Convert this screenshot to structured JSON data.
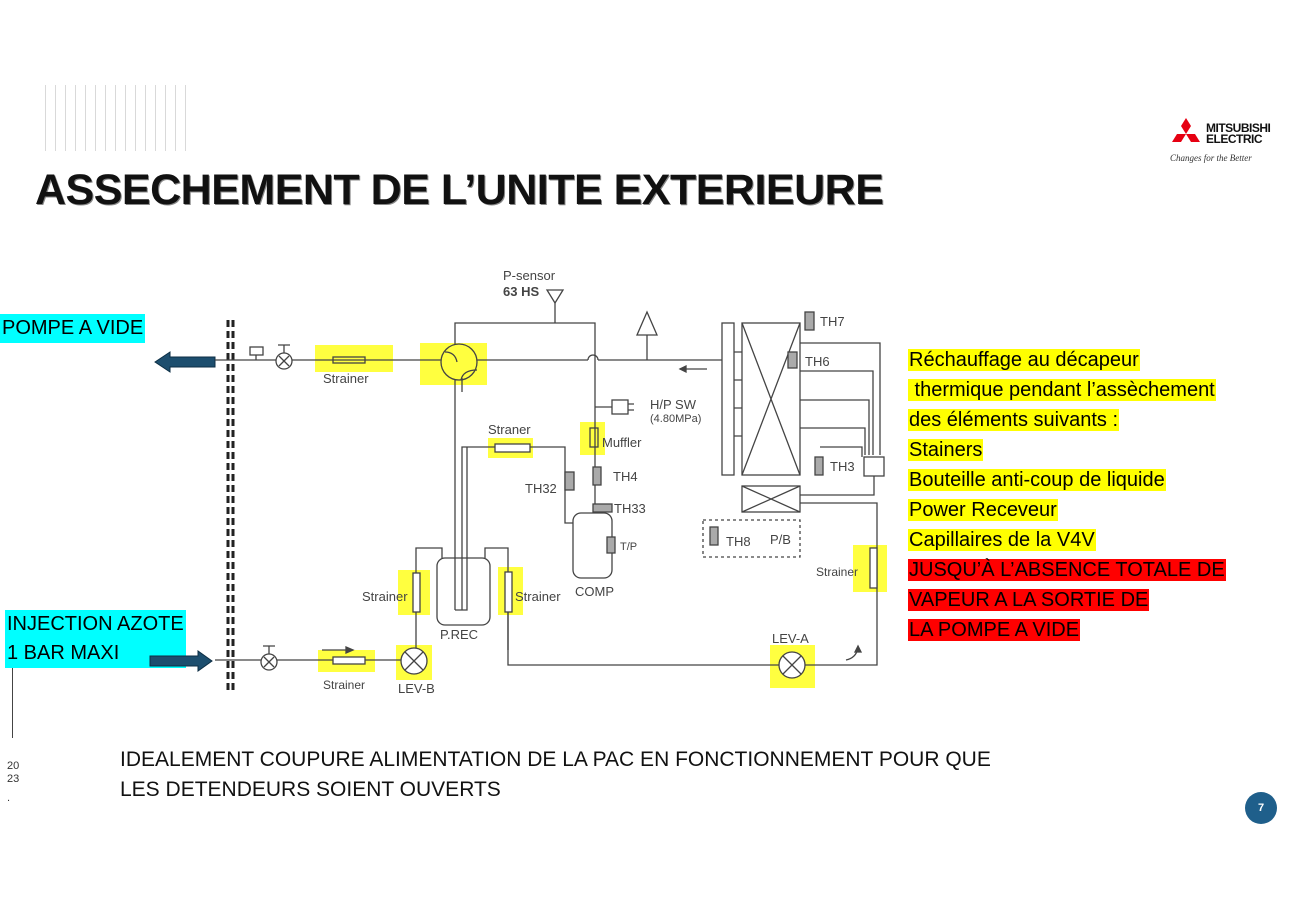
{
  "title": "ASSECHEMENT DE L’UNITE EXTERIEURE",
  "logo": {
    "brand_line1": "MITSUBISHI",
    "brand_line2": "ELECTRIC",
    "tagline": "Changes for the Better"
  },
  "left_labels": {
    "pump": "POMPE A VIDE",
    "injection_line1": "INJECTION AZOTE",
    "injection_line2": "1 BAR MAXI"
  },
  "diagram": {
    "p_sensor": "P-sensor",
    "p_sensor_id": "63 HS",
    "strainer": "Strainer",
    "straner": "Straner",
    "hp_sw": "H/P SW",
    "hp_sw_value": "(4.80MPa)",
    "muffler": "Muffler",
    "th4": "TH4",
    "th32": "TH32",
    "th33": "TH33",
    "tp": "T/P",
    "comp": "COMP",
    "prec": "P.REC",
    "lev_a": "LEV-A",
    "lev_b": "LEV-B",
    "th7": "TH7",
    "th6": "TH6",
    "th3": "TH3",
    "th8": "TH8",
    "pb": "P/B"
  },
  "right_notes": {
    "lines": [
      "Réchauffage au décapeur",
      " thermique pendant l’assèchement",
      "des éléments suivants :",
      "Stainers",
      "Bouteille anti-coup de liquide",
      "Power Receveur",
      "Capillaires de la V4V"
    ],
    "warning_lines": [
      "JUSQU’À L’ABSENCE TOTALE DE",
      "VAPEUR A LA SORTIE DE",
      "LA POMPE A VIDE"
    ],
    "highlight_color": "#ffff00",
    "warning_color": "#ff0000"
  },
  "bottom_text": {
    "line1": "IDEALEMENT COUPURE ALIMENTATION DE LA PAC EN FONCTIONNEMENT POUR QUE",
    "line2": "LES DETENDEURS SOIENT OUVERTS"
  },
  "footer": {
    "year_a": "20",
    "year_b": "23",
    "dot": ".",
    "page_number": "7"
  }
}
